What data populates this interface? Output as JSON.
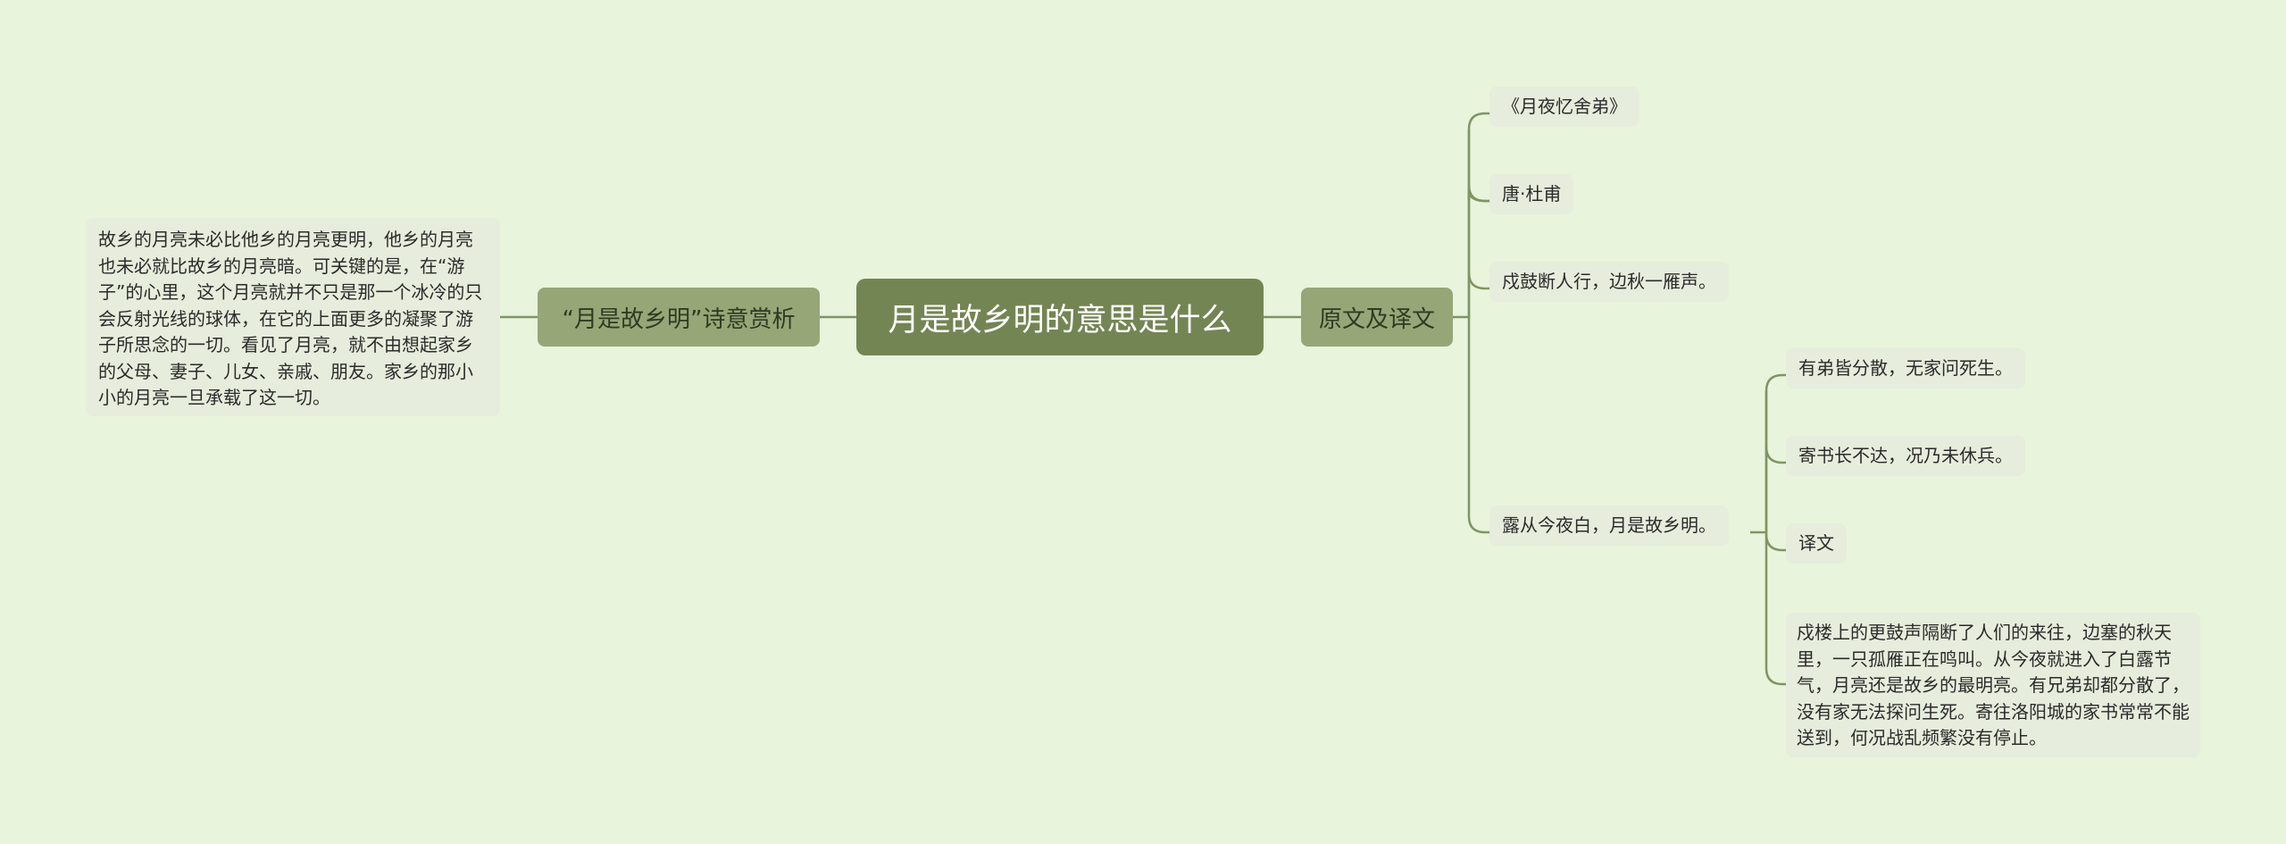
{
  "mindmap": {
    "root": "月是故乡明的意思是什么",
    "left_branch": {
      "label": "“月是故乡明”诗意赏析",
      "text": "故乡的月亮未必比他乡的月亮更明，他乡的月亮也未必就比故乡的月亮暗。可关键的是，在“游子”的心里，这个月亮就并不只是那一个冰冷的只会反射光线的球体，在它的上面更多的凝聚了游子所思念的一切。看见了月亮，就不由想起家乡的父母、妻子、儿女、亲戚、朋友。家乡的那小小的月亮一旦承载了这一切。"
    },
    "right_branch": {
      "label": "原文及译文",
      "children": [
        "《月夜忆舍弟》",
        "唐·杜甫",
        "戍鼓断人行，边秋一雁声。",
        "露从今夜白，月是故乡明。"
      ],
      "sub_children": [
        "有弟皆分散，无家问死生。",
        "寄书长不达，况乃未休兵。",
        "译文",
        "戍楼上的更鼓声隔断了人们的来往，边塞的秋天里，一只孤雁正在鸣叫。从今夜就进入了白露节气，月亮还是故乡的最明亮。有兄弟却都分散了，没有家无法探问生死。寄往洛阳城的家书常常不能送到，何况战乱频繁没有停止。"
      ]
    },
    "colors": {
      "background": "#e8f4dc",
      "root": "#748554",
      "branch": "#97a677",
      "leaf": "#e6eddc",
      "connector": "#7f9563"
    }
  }
}
